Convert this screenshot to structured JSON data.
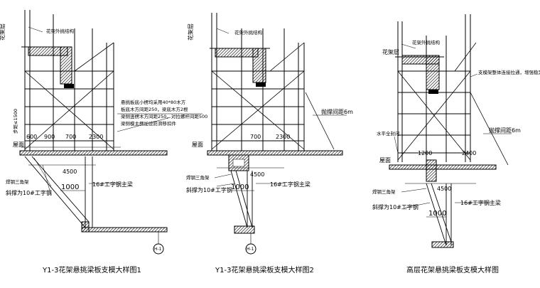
{
  "panels": [
    {
      "caption": "Y1-3花架悬挑梁板支模大样图1",
      "roof_label": "花架层",
      "structure_label": "花架外挑结构",
      "slab_label": "屋面",
      "step_label": "步距≤1500",
      "dims_top": [
        "600",
        "900",
        "700",
        "2300"
      ],
      "dim_4500": "4500",
      "dim_1000": "1000",
      "steel_label": "焊钢三角架",
      "brace_label": "斜撑为10#工字钢",
      "beam_label": "16#工字钢主梁",
      "axis_label": "H-1",
      "note_lines": [
        "悬挑板底小楞均采用40*80木方",
        "板底木方间距250，梁底木方2根",
        "梁侧竖楞木方间距250，对拉螺杆间距500",
        "梁侧模主楞加设防滑移扣件"
      ]
    },
    {
      "caption": "Y1-3花架悬挑梁板支模大样图2",
      "roof_label": "花架层",
      "structure_label": "花架外挑结构",
      "slab_label": "屋面",
      "dims_top": [
        "700",
        "2300"
      ],
      "dim_4500": "4500",
      "dim_1000": "1000",
      "steel_label": "焊钢三角架",
      "brace_label": "斜撑为10#工字钢",
      "beam_label": "16#工字钢主梁",
      "axis_label": "H-1",
      "note_label": "抛撑间距6m"
    },
    {
      "caption": "高层花架悬挑梁板支模大样图",
      "roof_label": "花架层",
      "structure_label": "花架外挑结构",
      "slab_label": "屋面",
      "left_note": "水平全封闭",
      "brace_note": "支模架整体连接拉通，增强稳定性",
      "dims_top": [
        "1200",
        "2400"
      ],
      "dim_4500": "4500",
      "dim_1000": "1000",
      "steel_label": "焊钢三角架",
      "brace_label": "斜撑为10#工字钢",
      "beam_label": "16#工字钢主梁",
      "note_label": "抛撑间距6m"
    }
  ]
}
